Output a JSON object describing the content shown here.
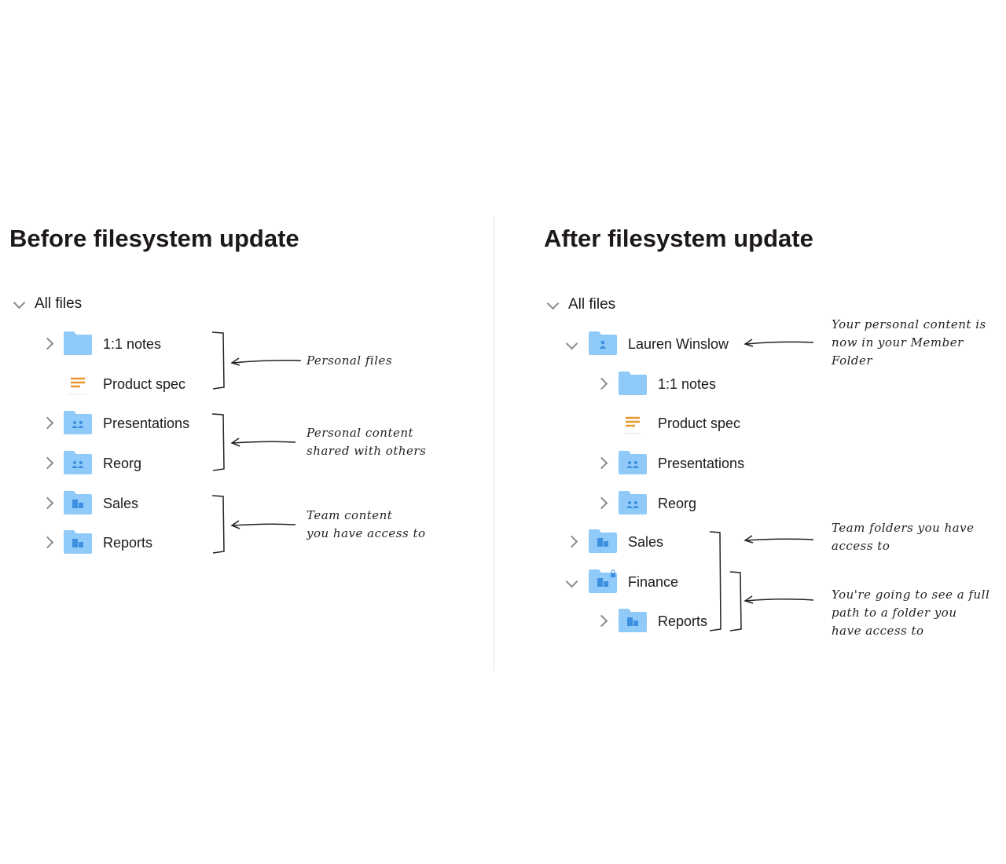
{
  "before": {
    "title": "Before filesystem update",
    "root": "All files",
    "items": [
      {
        "label": "1:1 notes",
        "icon": "folder"
      },
      {
        "label": "Product spec",
        "icon": "document"
      },
      {
        "label": "Presentations",
        "icon": "shared-folder"
      },
      {
        "label": "Reorg",
        "icon": "shared-folder"
      },
      {
        "label": "Sales",
        "icon": "team-folder"
      },
      {
        "label": "Reports",
        "icon": "team-folder"
      }
    ],
    "notes": [
      {
        "lines": [
          "Personal files"
        ]
      },
      {
        "lines": [
          "Personal content",
          "shared with others"
        ]
      },
      {
        "lines": [
          "Team content",
          "you have access to"
        ]
      }
    ]
  },
  "after": {
    "title": "After filesystem update",
    "root": "All files",
    "items": [
      {
        "label": "Lauren Winslow",
        "icon": "member-folder"
      },
      {
        "label": "1:1 notes",
        "icon": "folder"
      },
      {
        "label": "Product spec",
        "icon": "document"
      },
      {
        "label": "Presentations",
        "icon": "shared-folder"
      },
      {
        "label": "Reorg",
        "icon": "shared-folder"
      },
      {
        "label": "Sales",
        "icon": "team-folder"
      },
      {
        "label": "Finance",
        "icon": "restricted-team-folder"
      },
      {
        "label": "Reports",
        "icon": "team-folder"
      }
    ],
    "notes": [
      {
        "lines": [
          "Your personal content is",
          "now in your Member",
          "Folder"
        ]
      },
      {
        "lines": [
          "Team folders you have",
          "access to"
        ]
      },
      {
        "lines": [
          "You're going to see a full",
          "path to a folder you",
          "have access to"
        ]
      }
    ]
  },
  "colors": {
    "folder": "#8fcaf8",
    "folder_glyph": "#3d8fe0",
    "doc_lines": "#e8962e"
  }
}
